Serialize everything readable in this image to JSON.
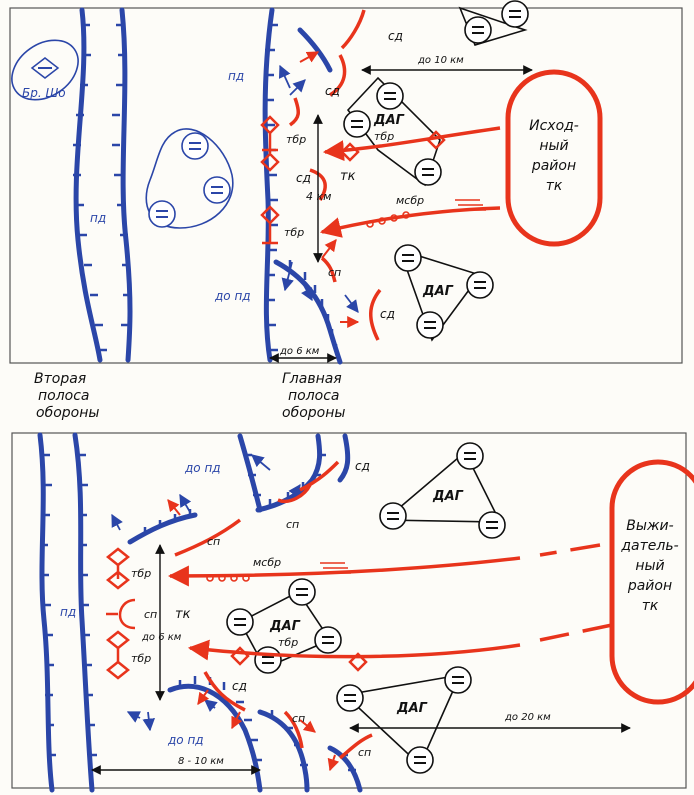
{
  "top": {
    "br_sho": "Бр. Шо",
    "pd_top": "пд",
    "pd_mid": "пд",
    "do_pd": "до пд",
    "sd1": "сд",
    "sd2": "сд",
    "sd3": "сд",
    "sd4": "сд",
    "tbr1": "тбр",
    "tbr2": "тбр",
    "tbr3": "тбр",
    "tk": "тк",
    "km4": "4 км",
    "msbr": "мсбр",
    "sp": "сп",
    "dag1": "ДАГ",
    "dag2": "ДАГ",
    "do10": "до 10 км",
    "do6": "до 6 км",
    "ishod": [
      "Исход-",
      "ный",
      "район",
      "тк"
    ]
  },
  "captions": {
    "second": [
      "Вторая",
      "полоса",
      "обороны"
    ],
    "main": [
      "Главная",
      "полоса",
      "обороны"
    ]
  },
  "bottom": {
    "do_pd_top": "до пд",
    "do_pd_bottom": "до пд",
    "pd": "пд",
    "sd1": "сд",
    "sd2": "сд",
    "sp1": "сп",
    "sp2": "сп",
    "sp3": "сп",
    "sp4": "сп",
    "sp5": "сп",
    "tbr1": "тбр",
    "tbr2": "тбр",
    "tbr3": "тбр",
    "tk": "тк",
    "do6": "до 6 км",
    "msbr": "мсбр",
    "dag1": "ДАГ",
    "dag2": "ДАГ",
    "dag3": "ДАГ",
    "km810": "8 - 10 км",
    "do20": "до 20 км",
    "vyzhid": [
      "Выжи-",
      "датель-",
      "ный",
      "район",
      "тк"
    ]
  }
}
